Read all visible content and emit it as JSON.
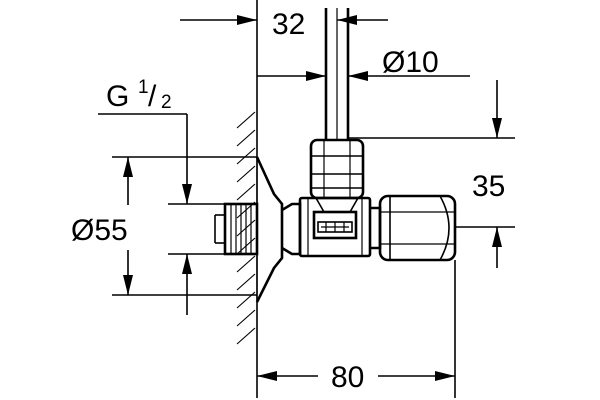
{
  "dimensions": {
    "width_top": "32",
    "pipe_diameter": "Ø10",
    "thread_prefix": "G",
    "thread_numerator": "1",
    "thread_slash": "/",
    "thread_denominator": "2",
    "rosette_diameter": "Ø55",
    "height_offset": "35",
    "length_bottom": "80"
  }
}
